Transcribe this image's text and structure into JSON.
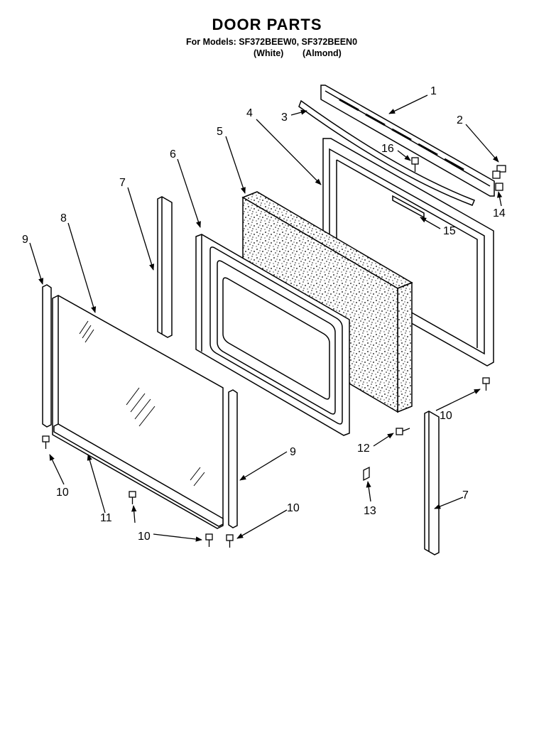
{
  "title": "DOOR PARTS",
  "models_line": "For Models: SF372BEEW0, SF372BEEN0",
  "color_white": "(White)",
  "color_almond": "(Almond)",
  "callouts": {
    "c1": "1",
    "c2": "2",
    "c3": "3",
    "c4": "4",
    "c5": "5",
    "c6": "6",
    "c7a": "7",
    "c7b": "7",
    "c8": "8",
    "c9a": "9",
    "c9b": "9",
    "c10a": "10",
    "c10b": "10",
    "c10c": "10",
    "c10d": "10",
    "c11": "11",
    "c12": "12",
    "c13": "13",
    "c14": "14",
    "c15": "15",
    "c16": "16"
  }
}
